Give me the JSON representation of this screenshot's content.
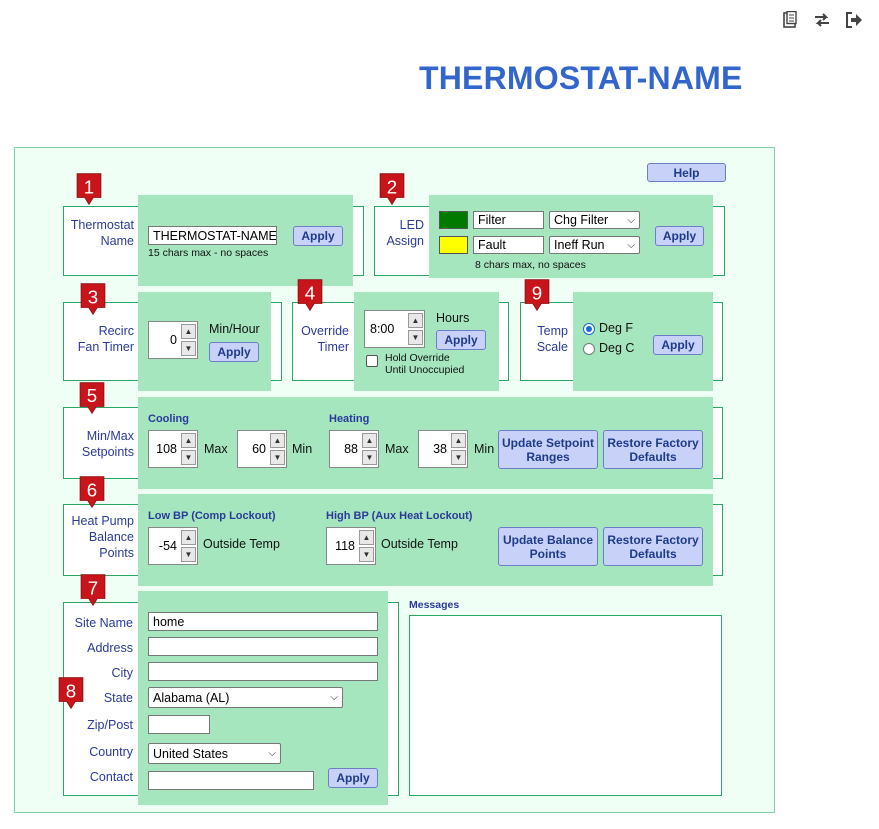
{
  "page_title": "THERMOSTAT-NAME",
  "toolbar_icons": [
    "clipboard-icon",
    "swap-icon",
    "logout-icon"
  ],
  "help_label": "Help",
  "badges": [
    "1",
    "2",
    "3",
    "4",
    "5",
    "6",
    "7",
    "8",
    "9"
  ],
  "thermostat_name": {
    "label_line1": "Thermostat",
    "label_line2": "Name",
    "value": "THERMOSTAT-NAME",
    "hint": "15 chars max - no spaces",
    "apply": "Apply"
  },
  "led_assign": {
    "label_line1": "LED",
    "label_line2": "Assign",
    "rows": [
      {
        "color": "#007a00",
        "name": "Filter",
        "selected": "Chg Filter"
      },
      {
        "color": "#ffff00",
        "name": "Fault",
        "selected": "Ineff Run"
      }
    ],
    "hint": "8 chars max, no spaces",
    "apply": "Apply"
  },
  "recirc": {
    "label_line1": "Recirc",
    "label_line2": "Fan Timer",
    "value": "0",
    "unit": "Min/Hour",
    "apply": "Apply"
  },
  "override": {
    "label_line1": "Override",
    "label_line2": "Timer",
    "value": "8:00",
    "unit": "Hours",
    "apply": "Apply",
    "checkbox_line1": "Hold Override",
    "checkbox_line2": "Until Unoccupied"
  },
  "temp_scale": {
    "label_line1": "Temp",
    "label_line2": "Scale",
    "opt_f": "Deg F",
    "opt_c": "Deg C",
    "apply": "Apply"
  },
  "setpoints": {
    "label_line1": "Min/Max",
    "label_line2": "Setpoints",
    "cooling_label": "Cooling",
    "heating_label": "Heating",
    "cool_max": "108",
    "cool_min": "60",
    "heat_max": "88",
    "heat_min": "38",
    "max_label": "Max",
    "min_label": "Min",
    "update_btn": "Update Setpoint Ranges",
    "restore_btn": "Restore Factory Defaults"
  },
  "balance": {
    "label_line1": "Heat Pump",
    "label_line2": "Balance",
    "label_line3": "Points",
    "low_label": "Low BP (Comp Lockout)",
    "high_label": "High BP (Aux Heat Lockout)",
    "low_value": "-54",
    "high_value": "118",
    "outside_label": "Outside Temp",
    "update_btn": "Update Balance Points",
    "restore_btn": "Restore Factory Defaults"
  },
  "site": {
    "site_name_label": "Site Name",
    "site_name_value": "home",
    "address_label": "Address",
    "city_label": "City",
    "state_label": "State",
    "state_value": "Alabama (AL)",
    "zip_label": "Zip/Post",
    "country_label": "Country",
    "country_value": "United States",
    "contact_label": "Contact",
    "apply": "Apply"
  },
  "messages_label": "Messages"
}
